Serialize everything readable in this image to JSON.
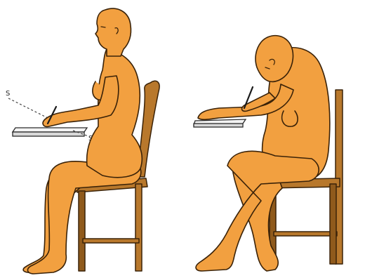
{
  "figure": {
    "figures": [
      {
        "id": "left",
        "labels": [
          "S",
          "S"
        ]
      },
      {
        "id": "right",
        "labels": []
      }
    ],
    "colors": {
      "skin": "#f2a040",
      "outline": "#3a2208",
      "chair": "#b8782c",
      "desk": "#d9d9d9",
      "background": "#ffffff"
    }
  }
}
